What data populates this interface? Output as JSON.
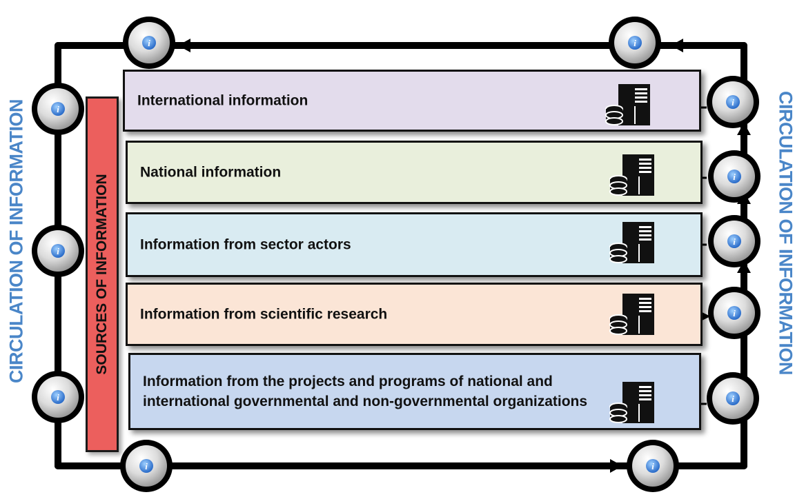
{
  "left_label": "CIRCULATION OF INFORMATION",
  "right_label": "CIRCULATION OF INFORMATION",
  "sources_label": "SOURCES OF INFORMATION",
  "panels": [
    {
      "label": "International information",
      "color": "#e3dcec"
    },
    {
      "label": "National information",
      "color": "#e9efdc"
    },
    {
      "label": "Information from sector actors",
      "color": "#d9ebf2"
    },
    {
      "label": "Information from scientific research",
      "color": "#fbe5d6"
    },
    {
      "label": "Information from the projects and programs of national and international governmental and non-governmental organizations",
      "color": "#c7d7ef"
    }
  ],
  "node_icon": "info-icon",
  "server_icon": "server-database-icon",
  "colors": {
    "circulation_text": "#4a86c8",
    "sources_bar": "#ec5f5d",
    "loop": "#000000"
  }
}
